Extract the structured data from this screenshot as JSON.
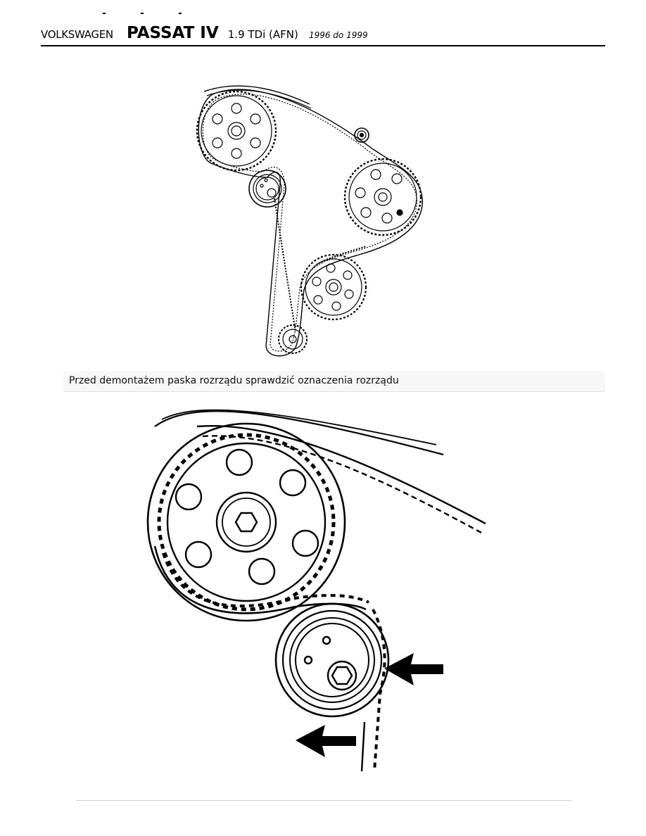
{
  "header": {
    "make": "VOLKSWAGEN",
    "model": "PASSAT IV",
    "engine": "1.9 TDi (AFN)",
    "years": "1996 do 1999"
  },
  "caption": {
    "text": "Przed demontażem paska rozrządu sprawdzić oznaczenia rozrządu"
  },
  "figures": {
    "overview": {
      "icon": "timing-belt-diagram-icon"
    },
    "detail": {
      "icon": "timing-belt-detail-icon",
      "arrow_icon": "arrow-icon"
    }
  }
}
